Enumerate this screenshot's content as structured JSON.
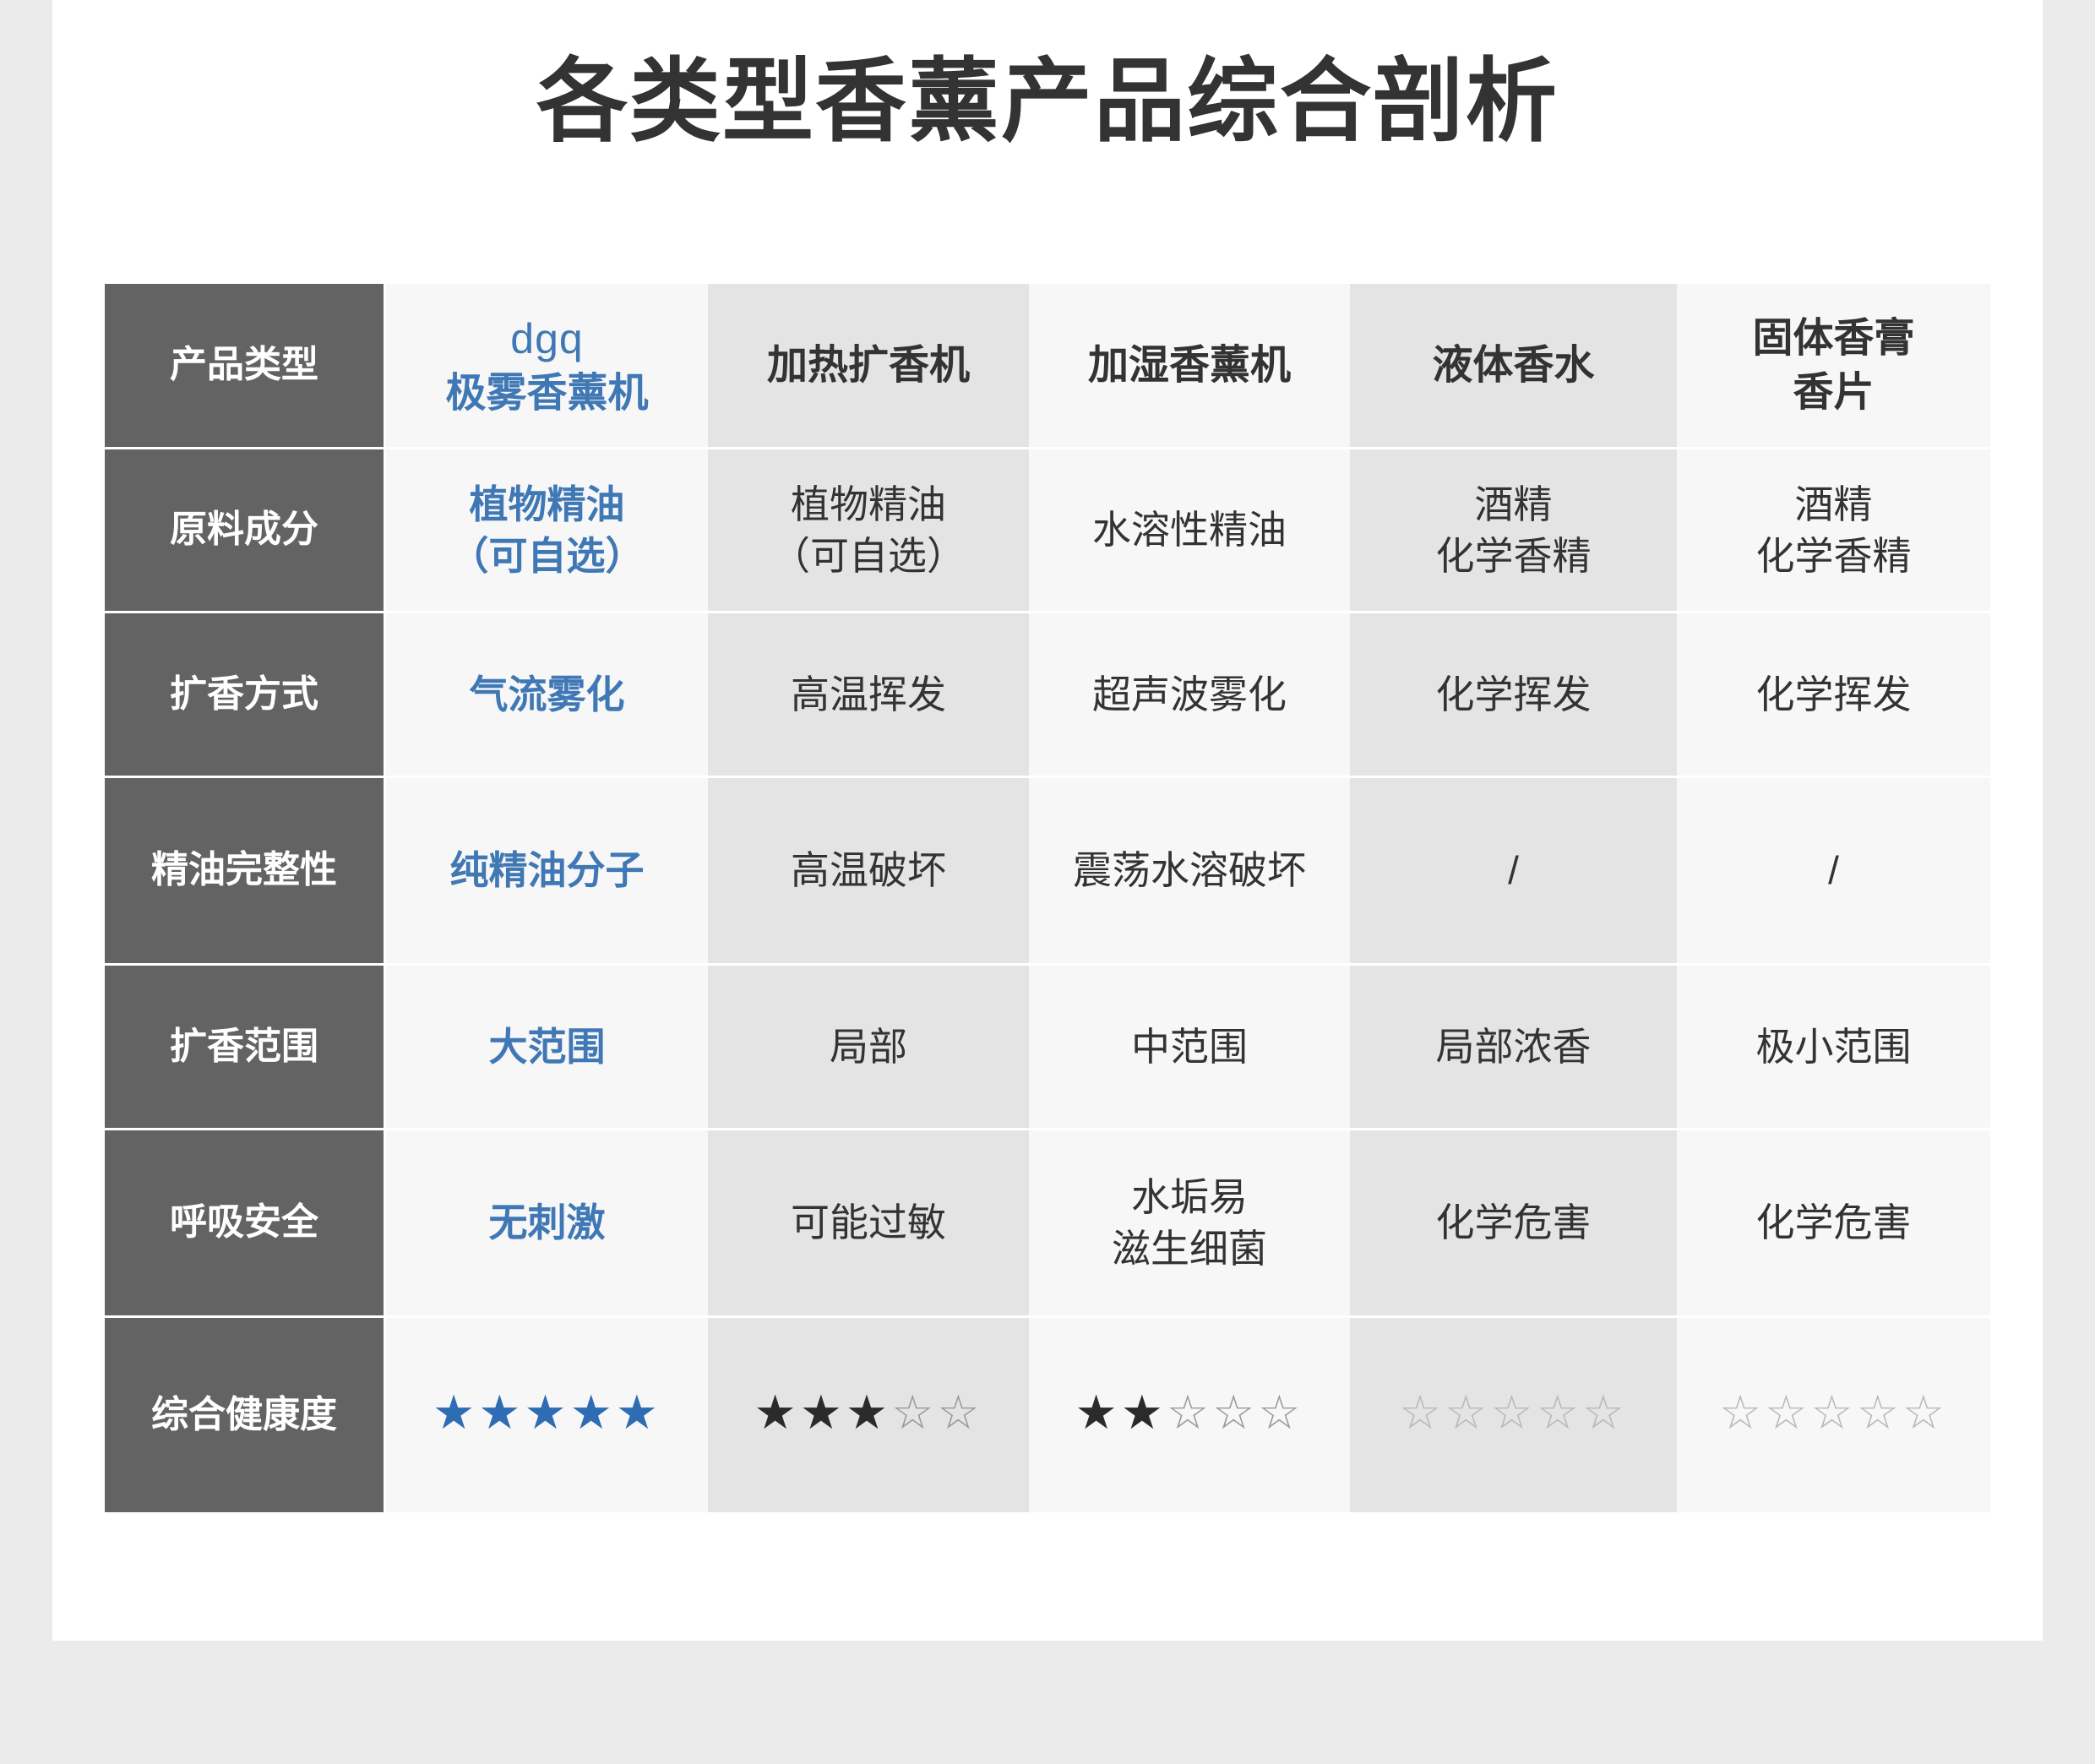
{
  "page": {
    "title": "各类型香薰产品综合剖析",
    "background_color": "#ebebeb",
    "card_color": "#ffffff"
  },
  "colors": {
    "brand_blue": "#3f78b5",
    "row_header_bg": "#636363",
    "cell_light_bg": "#f7f7f7",
    "cell_dark_bg": "#e4e4e4",
    "star_on": "#2e6db4",
    "star_dark": "#2b2b2b",
    "star_empty": "#9a9a9a"
  },
  "chart_data": {
    "type": "table",
    "title": "各类型香薰产品综合剖析",
    "columns": [
      "产品类型",
      "dgq 极雾香薰机",
      "加热扩香机",
      "加湿香薰机",
      "液体香水",
      "固体香膏香片"
    ],
    "rows": [
      {
        "label": "产品类型",
        "values": [
          "dgq\n极雾香薰机",
          "加热扩香机",
          "加湿香薰机",
          "液体香水",
          "固体香膏\n香片"
        ]
      },
      {
        "label": "原料成分",
        "values": [
          "植物精油\n（可自选）",
          "植物精油\n（可自选）",
          "水溶性精油",
          "酒精\n化学香精",
          "酒精\n化学香精"
        ]
      },
      {
        "label": "扩香方式",
        "values": [
          "气流雾化",
          "高温挥发",
          "超声波雾化",
          "化学挥发",
          "化学挥发"
        ]
      },
      {
        "label": "精油完整性",
        "values": [
          "纯精油分子",
          "高温破坏",
          "震荡水溶破坏",
          "/",
          "/"
        ]
      },
      {
        "label": "扩香范围",
        "values": [
          "大范围",
          "局部",
          "中范围",
          "局部浓香",
          "极小范围"
        ]
      },
      {
        "label": "呼吸安全",
        "values": [
          "无刺激",
          "可能过敏",
          "水垢易\n滋生细菌",
          "化学危害",
          "化学危害"
        ]
      },
      {
        "label": "综合健康度",
        "values": [
          "★★★★★",
          "★★★☆☆",
          "★★☆☆☆",
          "☆☆☆☆☆",
          "☆☆☆☆☆"
        ],
        "ratings": [
          5,
          3,
          2,
          0,
          0
        ],
        "rating_max": 5
      }
    ]
  },
  "table": {
    "row_headers": [
      "产品类型",
      "原料成分",
      "扩香方式",
      "精油完整性",
      "扩香范围",
      "呼吸安全",
      "综合健康度"
    ],
    "r0": {
      "brand_mark": "dgq",
      "brand_name": "极雾香薰机",
      "c2": "加热扩香机",
      "c3": "加湿香薰机",
      "c4": "液体香水",
      "c5_line1": "固体香膏",
      "c5_line2": "香片"
    },
    "r1": {
      "c1_line1": "植物精油",
      "c1_line2": "（可自选）",
      "c2_line1": "植物精油",
      "c2_line2": "（可自选）",
      "c3": "水溶性精油",
      "c4_line1": "酒精",
      "c4_line2": "化学香精",
      "c5_line1": "酒精",
      "c5_line2": "化学香精"
    },
    "r2": {
      "c1": "气流雾化",
      "c2": "高温挥发",
      "c3": "超声波雾化",
      "c4": "化学挥发",
      "c5": "化学挥发"
    },
    "r3": {
      "c1": "纯精油分子",
      "c2": "高温破坏",
      "c3": "震荡水溶破坏",
      "c4": "/",
      "c5": "/"
    },
    "r4": {
      "c1": "大范围",
      "c2": "局部",
      "c3": "中范围",
      "c4": "局部浓香",
      "c5": "极小范围"
    },
    "r5": {
      "c1": "无刺激",
      "c2": "可能过敏",
      "c3_line1": "水垢易",
      "c3_line2": "滋生细菌",
      "c4": "化学危害",
      "c5": "化学危害"
    },
    "r6": {
      "c1_on": "★★★★★",
      "c1_off": "",
      "c2_on": "★★★",
      "c2_off": "☆☆",
      "c3_on": "★★",
      "c3_off": "☆☆☆",
      "c4_on": "",
      "c4_off": "☆☆☆☆☆",
      "c5_on": "",
      "c5_off": "☆☆☆☆☆"
    }
  }
}
